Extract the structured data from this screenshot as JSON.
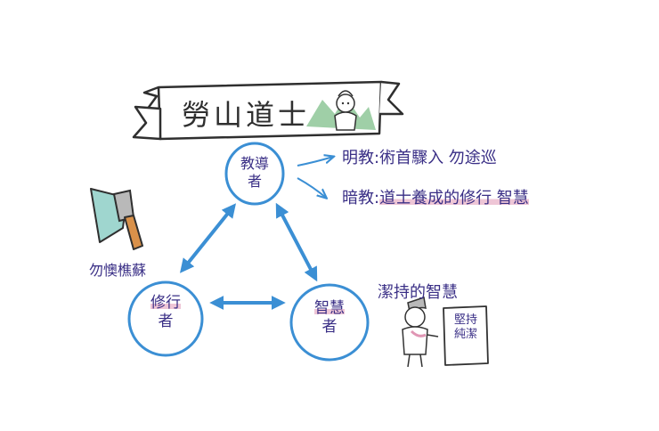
{
  "title": "勞山道士",
  "nodes": {
    "teacher": {
      "line1": "教導",
      "line2": "者"
    },
    "practitioner": {
      "line1": "修行",
      "line2": "者"
    },
    "wise": {
      "line1": "智慧",
      "line2": "者"
    }
  },
  "explicit_teaching": {
    "label": "明教:",
    "text": "術首驟入 勿途巡"
  },
  "implicit_teaching": {
    "label": "暗教:",
    "text": "道士養成的修行 智慧"
  },
  "axe_caption": "勿懊樵蘇",
  "persist_title": "潔持的智慧",
  "persist_card": {
    "line1": "堅持",
    "line2": "純潔"
  },
  "colors": {
    "ink": "#3a2f86",
    "arrow": "#3b8fd4",
    "highlight": "#e096b4",
    "axe_blade": "#9fd6cf",
    "axe_handle": "#d9914a",
    "mountain": "#7fbf8a"
  }
}
